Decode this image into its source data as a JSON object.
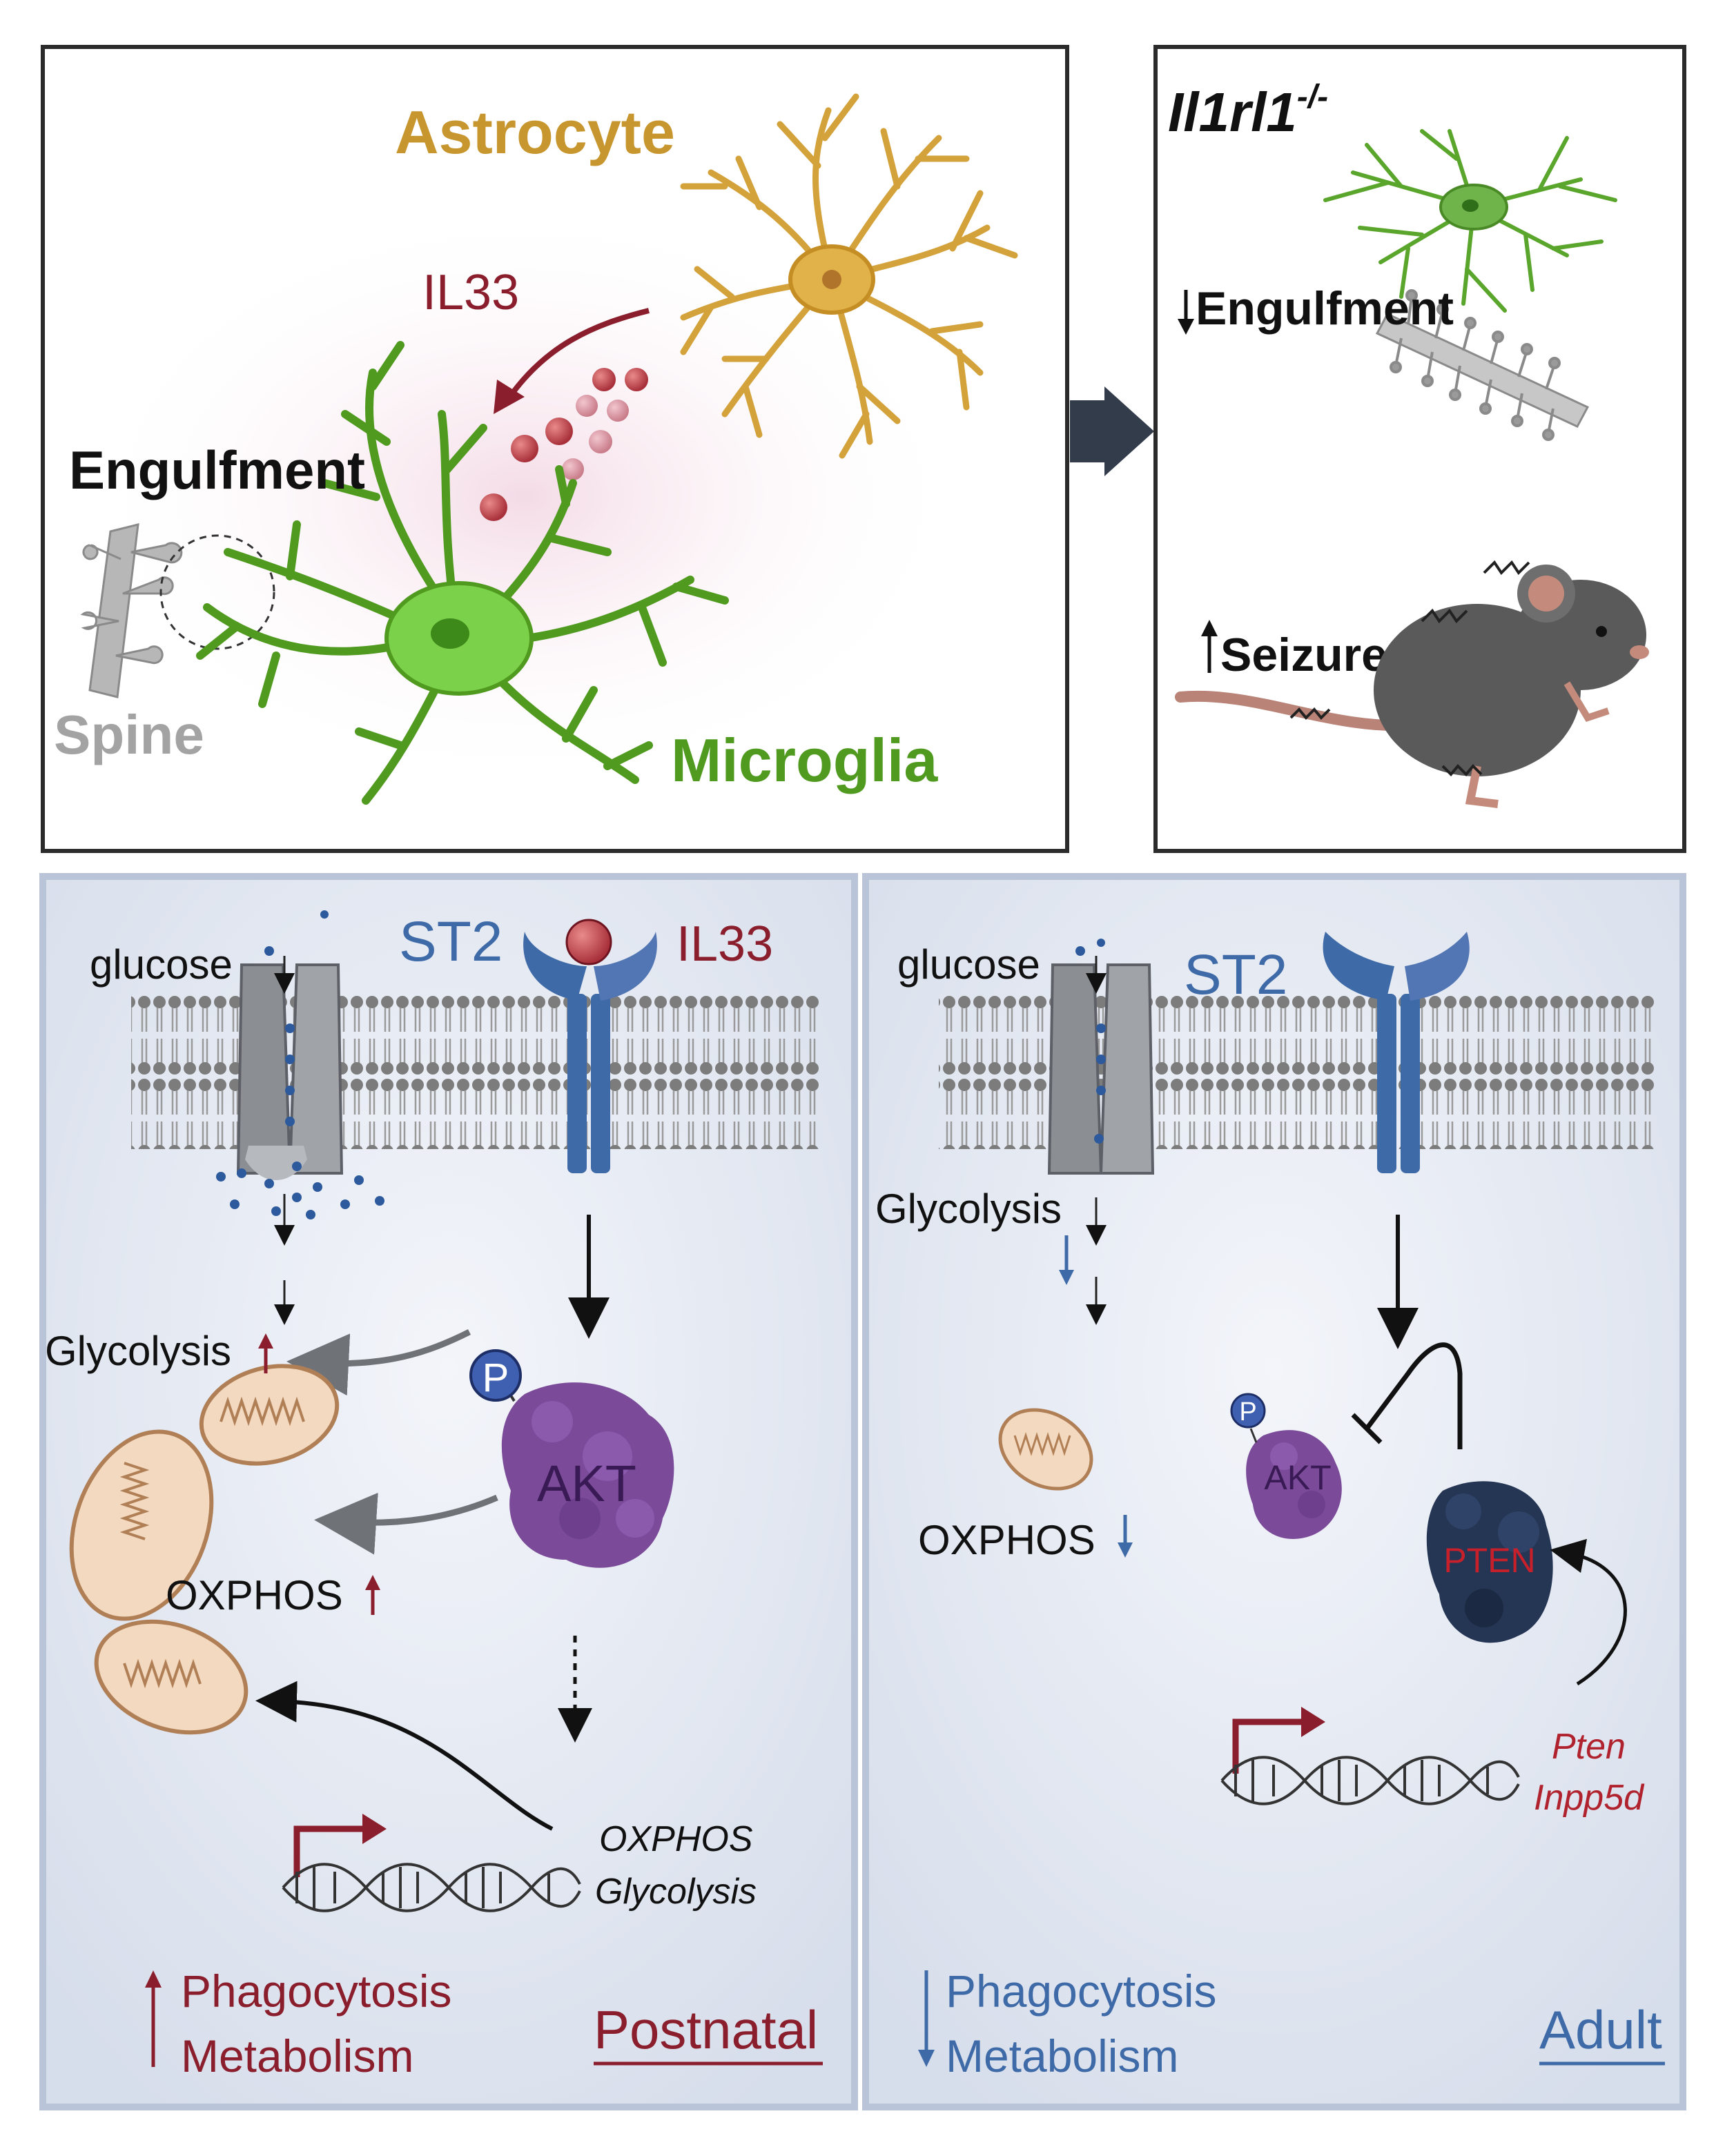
{
  "top_left": {
    "astrocyte_label": "Astrocyte",
    "il33_label": "IL33",
    "engulfment_label": "Engulfment",
    "spine_label": "Spine",
    "microglia_label": "Microglia"
  },
  "top_right": {
    "genotype_base": "Il1rl1",
    "genotype_sup": "-/-",
    "engulfment_label": "Engulfment",
    "seizure_label": "Seizure"
  },
  "bottom_left": {
    "glucose_label": "glucose",
    "st2_label": "ST2",
    "il33_label": "IL33",
    "p_label": "P",
    "akt_label": "AKT",
    "glycolysis_label": "Glycolysis",
    "oxphos_label": "OXPHOS",
    "gene_label_1": "OXPHOS",
    "gene_label_2": "Glycolysis",
    "outcome_1": "Phagocytosis",
    "outcome_2": "Metabolism",
    "stage_label": "Postnatal"
  },
  "bottom_right": {
    "glucose_label": "glucose",
    "st2_label": "ST2",
    "glycolysis_label": "Glycolysis",
    "oxphos_label": "OXPHOS",
    "p_label": "P",
    "akt_label": "AKT",
    "pten_label": "PTEN",
    "gene_label_1": "Pten",
    "gene_label_2": "Inpp5d",
    "outcome_1": "Phagocytosis",
    "outcome_2": "Metabolism",
    "stage_label": "Adult"
  },
  "colors": {
    "astrocyte": "#c8962e",
    "microglia": "#4f9a1f",
    "microglia_fill": "#7bd14a",
    "il33": "#8b1e2c",
    "st2": "#3f6aa8",
    "akt": "#7b4b9a",
    "pten": "#253554",
    "up_red": "#8b1e2c",
    "down_blue": "#3f6aa8",
    "panel_bg": "#dde4f0"
  }
}
